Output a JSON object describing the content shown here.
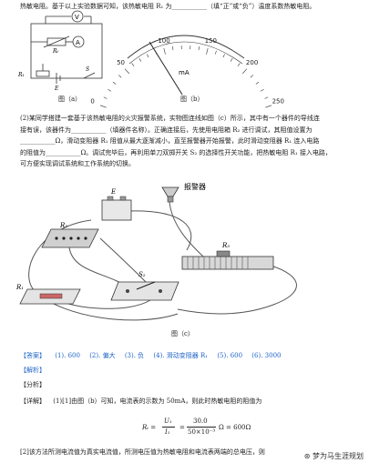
{
  "top_line": "热敏电阻。基于以上实验数据可知，该热敏电阻 R₁ 为___________（填“正”或“负”）温度系数热敏电阻。",
  "figure_a": {
    "caption": "图（a）",
    "labels": {
      "v": "V",
      "a": "A",
      "rt": "Rₜ",
      "r1": "R₁",
      "e": "E",
      "s": "S"
    }
  },
  "figure_b": {
    "caption": "图（b）",
    "unit": "mA",
    "ticks": [
      "0",
      "50",
      "100",
      "150",
      "200",
      "250"
    ]
  },
  "question2": {
    "line1": "(2)某同学搭建一套基于该热敏电阻的火灾报警系统，实物图连线如图（c）所示，其中有一个器件的导线连",
    "line2": "接有误，该器件为___________（填器件名称）。正确连接后，先使用电阻箱 R₂ 进行调试，其阻值设置为",
    "line3": "___________Ω，滑动变阻器 R₁ 阻值从最大逐渐减小，直至报警器开始报警，此时滑动变阻器 R₁ 连入电路",
    "line4": "的阻值为___________Ω。调试完毕后，再利用单刀双掷开关 S₂ 的选择性开关功能，把热敏电阻 R₁ 接入电路，",
    "line5": "可方便实现调试系统和工作系统的切换。"
  },
  "figure_c": {
    "caption": "图（c）",
    "alarm_label": "报警器",
    "labels": {
      "e": "E",
      "r2": "R₂",
      "r1": "R₁",
      "r3": "R₃",
      "s2": "S₂"
    }
  },
  "answer": {
    "tag": "【答案】",
    "items": [
      "(1). 600",
      "(2). 偏大",
      "(3). 负",
      "(4). 滑动变阻器 R₁",
      "(5). 600",
      "(6). 3000"
    ]
  },
  "analysis_tag": "【解析】",
  "fenxi_tag": "【分析】",
  "detail": {
    "tag": "【详解】",
    "text": "(1)[1]由图（b）可知，电流表的示数为 50mA，则此时热敏电阻的阻值为",
    "eq_lhs": "Rₜ =",
    "eq_num1": "U₁",
    "eq_den1": "I₁",
    "eq_num2": "30.0",
    "eq_den2": "50×10⁻³",
    "eq_result": "Ω = 600Ω"
  },
  "bottom_line": "[2]该方法所测电流值为真实电流值，所测电压值为热敏电阻和电流表两端的总电压，则",
  "watermark": "梦为马生涯规划"
}
